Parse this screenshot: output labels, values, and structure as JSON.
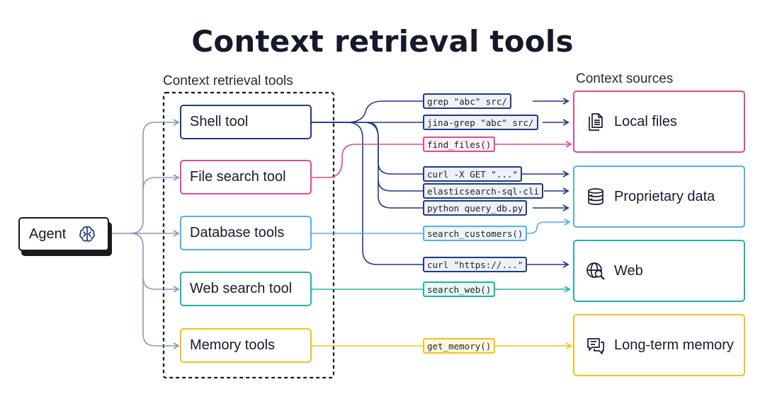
{
  "title": "Context retrieval tools",
  "labels": {
    "tools_group": "Context retrieval tools",
    "sources_group": "Context sources"
  },
  "agent": {
    "label": "Agent",
    "icon": "agent-brain-icon"
  },
  "tools": [
    {
      "id": "shell",
      "label": "Shell tool",
      "color": "#1f3a86"
    },
    {
      "id": "file",
      "label": "File search tool",
      "color": "#e04a92"
    },
    {
      "id": "db",
      "label": "Database tools",
      "color": "#55aef0"
    },
    {
      "id": "web",
      "label": "Web search tool",
      "color": "#1db5a5"
    },
    {
      "id": "memory",
      "label": "Memory tools",
      "color": "#f2c218"
    }
  ],
  "sources": [
    {
      "id": "local",
      "label": "Local files",
      "icon": "document-icon",
      "color": "#e04a92"
    },
    {
      "id": "proprietary",
      "label": "Proprietary data",
      "icon": "database-icon",
      "color": "#55aef0"
    },
    {
      "id": "web",
      "label": "Web",
      "icon": "web-search-icon",
      "color": "#1db5a5"
    },
    {
      "id": "memory",
      "label": "Long-term memory",
      "icon": "chat-icon",
      "color": "#f2c218"
    }
  ],
  "commands": [
    {
      "text": "grep \"abc\" src/",
      "tool": "shell",
      "source": "local"
    },
    {
      "text": "jina-grep \"abc\" src/",
      "tool": "shell",
      "source": "local"
    },
    {
      "text": "find_files()",
      "tool": "file",
      "source": "local"
    },
    {
      "text": "curl -X GET \"...\"",
      "tool": "shell",
      "source": "proprietary"
    },
    {
      "text": "elasticsearch-sql-cli",
      "tool": "shell",
      "source": "proprietary"
    },
    {
      "text": "python query_db.py",
      "tool": "shell",
      "source": "proprietary"
    },
    {
      "text": "search_customers()",
      "tool": "db",
      "source": "proprietary"
    },
    {
      "text": "curl \"https://...\"",
      "tool": "shell",
      "source": "web"
    },
    {
      "text": "search_web()",
      "tool": "web",
      "source": "web"
    },
    {
      "text": "get_memory()",
      "tool": "memory",
      "source": "memory"
    }
  ],
  "colors": {
    "navy": "#1f3a86",
    "pink": "#e04a92",
    "blue": "#55aef0",
    "teal": "#1db5a5",
    "yellow": "#f2c218",
    "agent_links": "#8a98b8",
    "title": "#15192b"
  }
}
